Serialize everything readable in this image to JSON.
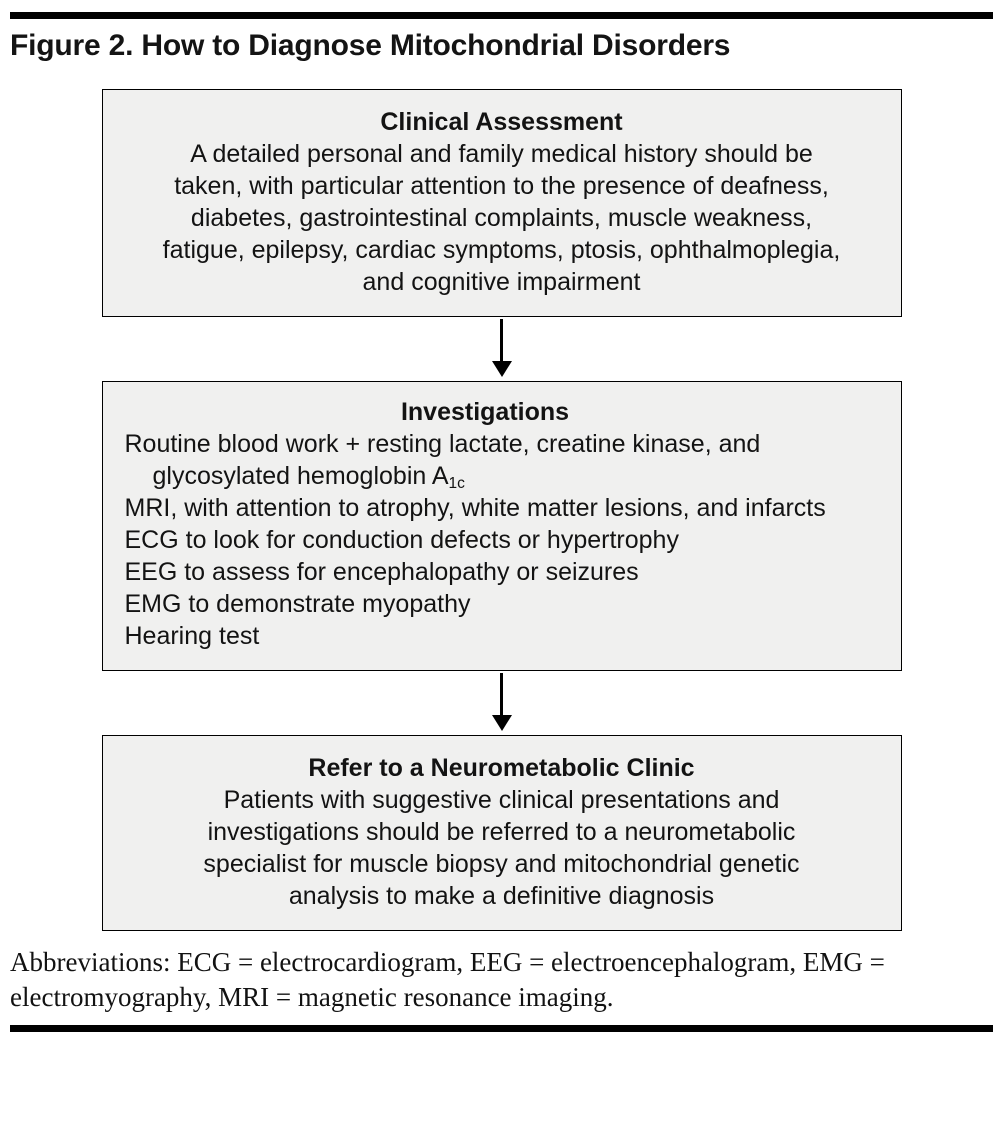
{
  "figure": {
    "title": "Figure 2. How to Diagnose Mitochondrial Disorders"
  },
  "clinical_assessment": {
    "heading": "Clinical Assessment",
    "body": "A detailed personal and family medical history should be taken, with particular attention to the presence of deafness, diabetes, gastrointestinal complaints, muscle weakness, fatigue, epilepsy, cardiac symptoms, ptosis, ophthalmoplegia, and cognitive impairment"
  },
  "investigations": {
    "heading": "Investigations",
    "items": [
      {
        "text": "Routine blood work + resting lactate, creatine kinase, and glycosylated hemoglobin A",
        "subscript": "1c"
      },
      {
        "text": "MRI, with attention to atrophy, white matter lesions, and infarcts",
        "subscript": ""
      },
      {
        "text": "ECG to look for conduction defects or hypertrophy",
        "subscript": ""
      },
      {
        "text": "EEG to assess for encephalopathy or seizures",
        "subscript": ""
      },
      {
        "text": "EMG to demonstrate myopathy",
        "subscript": ""
      },
      {
        "text": "Hearing test",
        "subscript": ""
      }
    ]
  },
  "referral": {
    "heading": "Refer to a Neurometabolic Clinic",
    "body": "Patients with suggestive clinical presentations and investigations should be referred to a neurometabolic specialist for muscle biopsy and mitochondrial genetic analysis to make a definitive diagnosis"
  },
  "footer": {
    "abbreviations": "Abbreviations: ECG = electrocardiogram, EEG = electroencephalogram, EMG = electromyography, MRI = magnetic resonance imaging."
  },
  "colors": {
    "box_fill": "#f0f0ef",
    "box_border": "#000000",
    "rule": "#000000",
    "text": "#131313"
  }
}
